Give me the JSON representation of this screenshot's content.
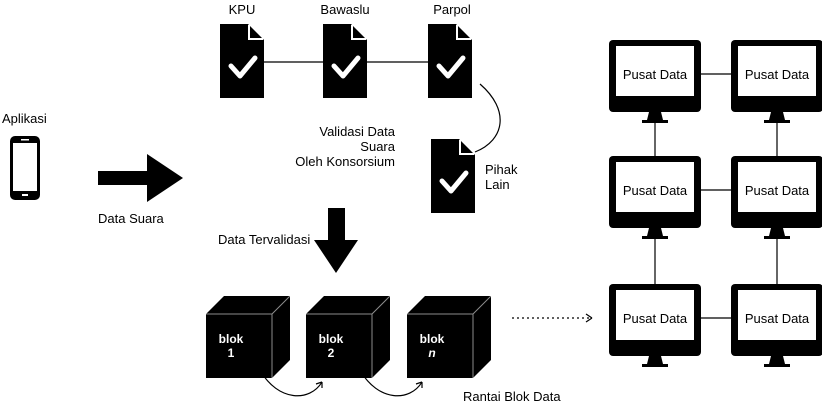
{
  "actors": {
    "kpu": "KPU",
    "bawaslu": "Bawaslu",
    "parpol": "Parpol",
    "pihak_lain": [
      "Pihak",
      "Lain"
    ]
  },
  "labels": {
    "aplikasi": "Aplikasi",
    "data_suara": "Data Suara",
    "validasi": [
      "Validasi Data Suara",
      "Oleh Konsorsium"
    ],
    "data_tervalidasi": "Data Tervalidasi",
    "rantai_blok": "Rantai Blok Data"
  },
  "blocks": [
    {
      "word": "blok",
      "index": "1"
    },
    {
      "word": "blok",
      "index": "2"
    },
    {
      "word": "blok",
      "index": "n"
    }
  ],
  "datacenter_label": "Pusat Data",
  "icons": {
    "phone": "smartphone-icon",
    "document": "checked-document-icon",
    "block": "cube-block-icon",
    "monitor": "monitor-icon",
    "arrow": "right-arrow-icon"
  },
  "colors": {
    "ink": "#000000",
    "paper": "#ffffff"
  }
}
